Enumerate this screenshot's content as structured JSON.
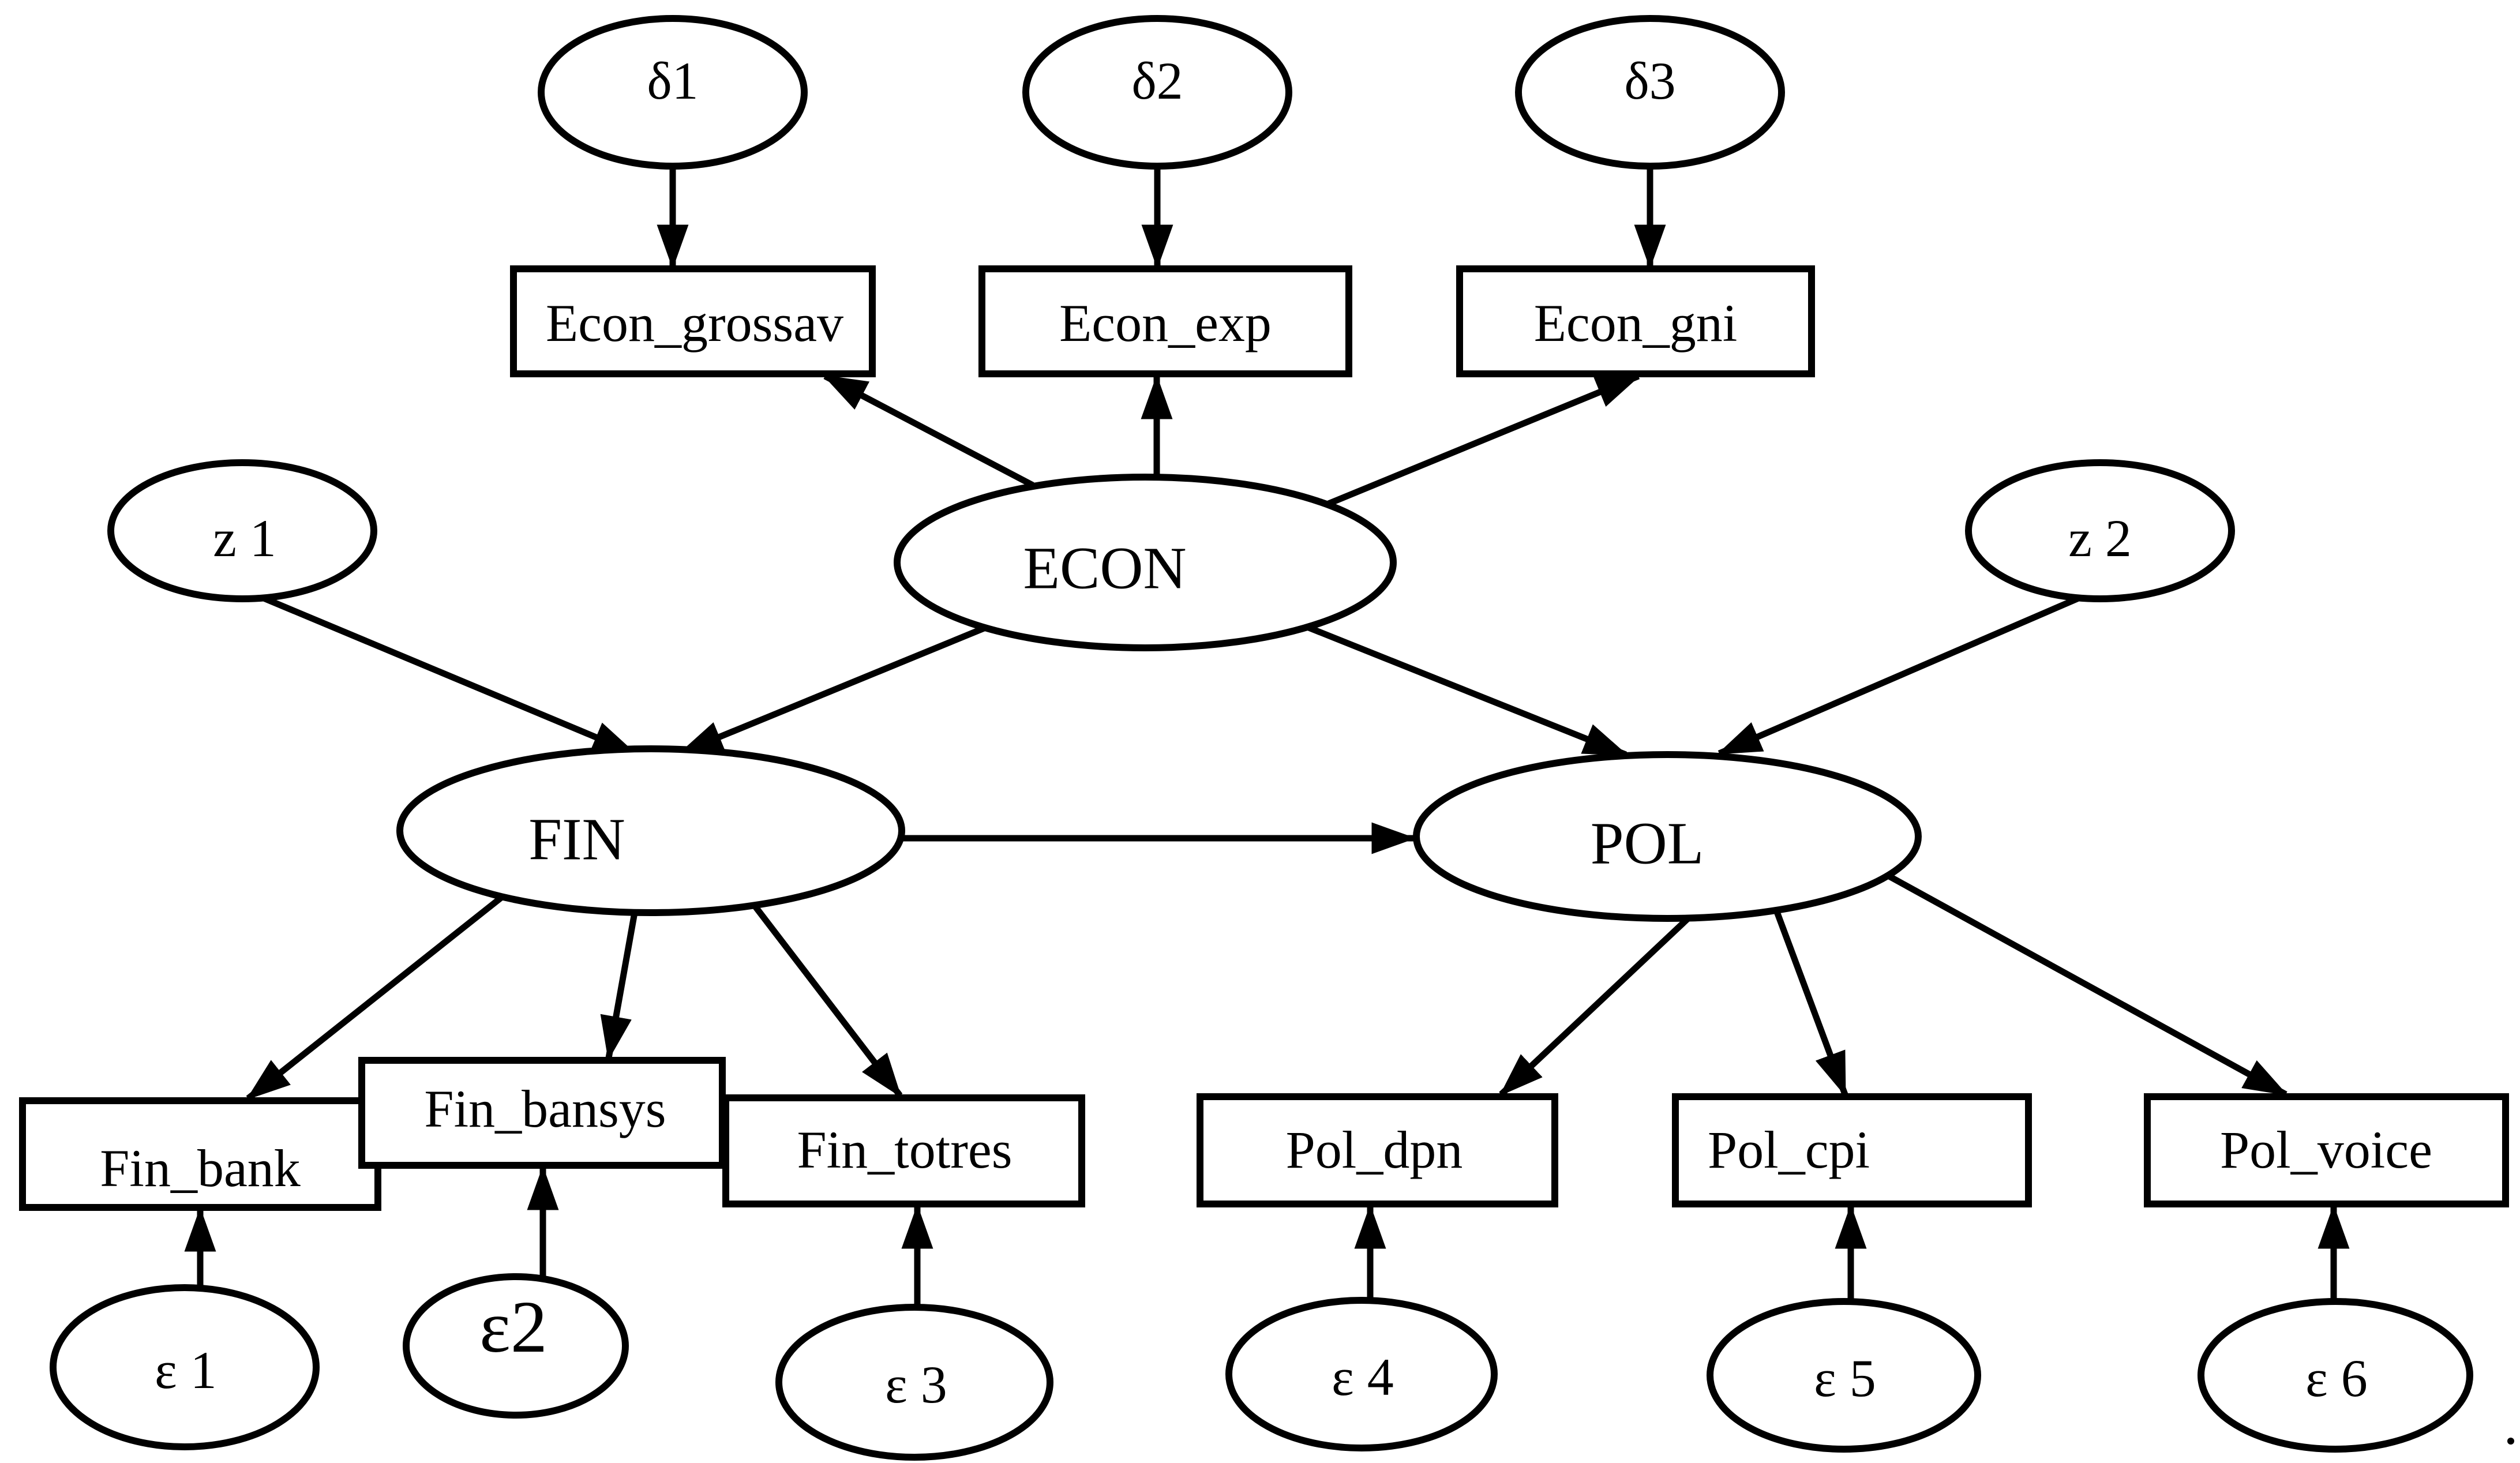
{
  "background": "#ffffff",
  "stroke_color": "#000000",
  "nodes": {
    "delta1": {
      "label": "δ1",
      "shape": "ellipse"
    },
    "delta2": {
      "label": "δ2",
      "shape": "ellipse"
    },
    "delta3": {
      "label": "δ3",
      "shape": "ellipse"
    },
    "econ_grossav": {
      "label": "Econ_grossav",
      "shape": "rect"
    },
    "econ_exp": {
      "label": "Econ_exp",
      "shape": "rect"
    },
    "econ_gni": {
      "label": "Econ_gni",
      "shape": "rect"
    },
    "z1": {
      "label": "z 1",
      "shape": "ellipse"
    },
    "z2": {
      "label": "z 2",
      "shape": "ellipse"
    },
    "econ": {
      "label": "ECON",
      "shape": "ellipse"
    },
    "fin": {
      "label": "FIN",
      "shape": "ellipse"
    },
    "pol": {
      "label": "POL",
      "shape": "ellipse"
    },
    "fin_bank": {
      "label": "Fin_bank",
      "shape": "rect"
    },
    "fin_bansys": {
      "label": "Fin_bansys",
      "shape": "rect"
    },
    "fin_totres": {
      "label": "Fin_totres",
      "shape": "rect"
    },
    "pol_dpn": {
      "label": "Pol_dpn",
      "shape": "rect"
    },
    "pol_cpi": {
      "label": "Pol_cpi",
      "shape": "rect"
    },
    "pol_voice": {
      "label": "Pol_voice",
      "shape": "rect"
    },
    "eps1": {
      "label": "ε 1",
      "shape": "ellipse"
    },
    "eps2": {
      "label": "ε2",
      "shape": "ellipse"
    },
    "eps3": {
      "label": "ε 3",
      "shape": "ellipse"
    },
    "eps4": {
      "label": "ε 4",
      "shape": "ellipse"
    },
    "eps5": {
      "label": "ε 5",
      "shape": "ellipse"
    },
    "eps6": {
      "label": "ε 6",
      "shape": "ellipse"
    }
  },
  "edges": [
    {
      "from": "delta1",
      "to": "econ_grossav",
      "arrow": true
    },
    {
      "from": "delta2",
      "to": "econ_exp",
      "arrow": true
    },
    {
      "from": "delta3",
      "to": "econ_gni",
      "arrow": true
    },
    {
      "from": "econ",
      "to": "econ_grossav",
      "arrow": true
    },
    {
      "from": "econ",
      "to": "econ_exp",
      "arrow": true
    },
    {
      "from": "econ",
      "to": "econ_gni",
      "arrow": true
    },
    {
      "from": "z1",
      "to": "fin",
      "arrow": true
    },
    {
      "from": "econ",
      "to": "fin",
      "arrow": true
    },
    {
      "from": "econ",
      "to": "pol",
      "arrow": true
    },
    {
      "from": "z2",
      "to": "pol",
      "arrow": true
    },
    {
      "from": "fin",
      "to": "pol",
      "arrow": true
    },
    {
      "from": "fin",
      "to": "fin_bank",
      "arrow": true
    },
    {
      "from": "fin",
      "to": "fin_bansys",
      "arrow": true
    },
    {
      "from": "fin",
      "to": "fin_totres",
      "arrow": true
    },
    {
      "from": "pol",
      "to": "pol_dpn",
      "arrow": true
    },
    {
      "from": "pol",
      "to": "pol_cpi",
      "arrow": true
    },
    {
      "from": "pol",
      "to": "pol_voice",
      "arrow": true
    },
    {
      "from": "eps1",
      "to": "fin_bank",
      "arrow": true
    },
    {
      "from": "eps2",
      "to": "fin_bansys",
      "arrow": true
    },
    {
      "from": "eps3",
      "to": "fin_totres",
      "arrow": true
    },
    {
      "from": "eps4",
      "to": "pol_dpn",
      "arrow": true
    },
    {
      "from": "eps5",
      "to": "pol_cpi",
      "arrow": true
    },
    {
      "from": "eps6",
      "to": "pol_voice",
      "arrow": true
    }
  ]
}
